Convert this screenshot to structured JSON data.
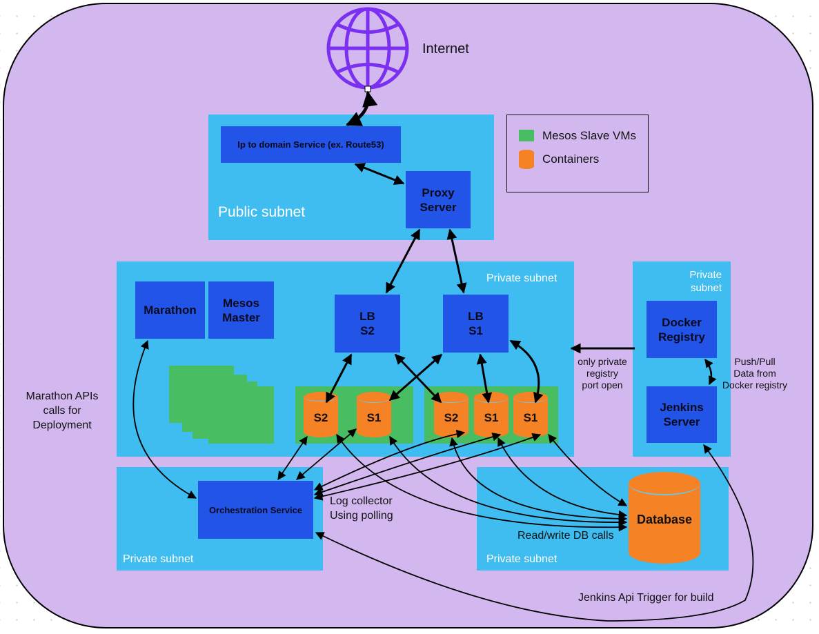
{
  "diagram": {
    "internet": {
      "label": "Internet",
      "icon": "globe-icon",
      "color": "#7b2ff0"
    },
    "legend": {
      "items": [
        {
          "label": "Mesos Slave VMs",
          "swatch": "green-square",
          "color": "#48bd62"
        },
        {
          "label": "Containers",
          "swatch": "orange-cylinder",
          "color": "#f58225"
        }
      ]
    },
    "subnets": {
      "public": {
        "label": "Public subnet"
      },
      "private_main": {
        "label": "Private subnet"
      },
      "private_registry": {
        "label": "Private\nsubnet"
      },
      "private_orchestration": {
        "label": "Private subnet"
      },
      "private_database": {
        "label": "Private subnet"
      }
    },
    "services": {
      "ip_to_domain": "Ip to domain Service (ex. Route53)",
      "proxy": "Proxy\nServer",
      "marathon": "Marathon",
      "mesos_master": "Mesos\nMaster",
      "lb_s2": "LB\nS2",
      "lb_s1": "LB\nS1",
      "docker_registry": "Docker\nRegistry",
      "jenkins": "Jenkins\nServer",
      "orchestration": "Orchestration Service",
      "database": "Database"
    },
    "containers": {
      "vm1": [
        "S2",
        "S1"
      ],
      "vm2": [
        "S2",
        "S1",
        "S1"
      ]
    },
    "annotations": {
      "marathon_api": "Marathon APIs\ncalls for\nDeployment",
      "registry_port": "only private\nregistry\nport open",
      "push_pull": "Push/Pull\nData from\nDocker registry",
      "log_collector": "Log collector\nUsing polling",
      "db_calls": "Read/write DB calls",
      "jenkins_trigger": "Jenkins Api Trigger for build"
    },
    "colors": {
      "background": "#d3b8ef",
      "subnet": "#3fbcf0",
      "service": "#2354e8",
      "vm": "#48bd62",
      "container": "#f58225"
    }
  }
}
